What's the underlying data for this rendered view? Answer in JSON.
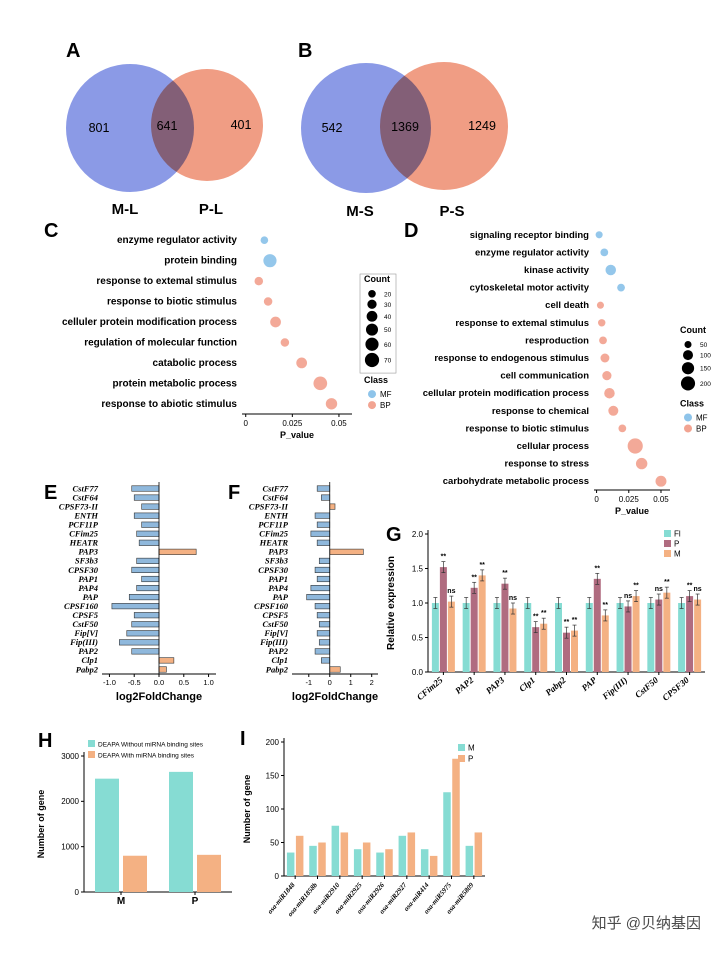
{
  "watermark": {
    "text": "知乎 @贝纳基因"
  },
  "chart_data": [
    {
      "panel": "A",
      "type": "venn",
      "left_label": "M-L",
      "right_label": "P-L",
      "left_only": "801",
      "overlap": "641",
      "right_only": "401",
      "left_color": "#8b9ae6",
      "right_color": "#f09d84"
    },
    {
      "panel": "B",
      "type": "venn",
      "left_label": "M-S",
      "right_label": "P-S",
      "left_only": "542",
      "overlap": "1369",
      "right_only": "1249",
      "left_color": "#8b9ae6",
      "right_color": "#f09d84"
    },
    {
      "panel": "C",
      "type": "dot",
      "xlabel": "P_value",
      "xlim": [
        -0.002,
        0.057
      ],
      "xticks": [
        0,
        0.025,
        0.05
      ],
      "legend": {
        "count_title": "Count",
        "count_values": [
          20,
          30,
          40,
          50,
          60,
          70
        ],
        "class_title": "Class",
        "classes": [
          {
            "name": "MF",
            "color": "#8ec4ea"
          },
          {
            "name": "BP",
            "color": "#f2a492"
          }
        ]
      },
      "points": [
        {
          "term": "enzyme regulator activity",
          "p": 0.01,
          "count": 20,
          "class": "MF"
        },
        {
          "term": "protein binding",
          "p": 0.013,
          "count": 60,
          "class": "MF"
        },
        {
          "term": "response to extemal stimulus",
          "p": 0.007,
          "count": 25,
          "class": "BP"
        },
        {
          "term": "response to biotic stimulus",
          "p": 0.012,
          "count": 25,
          "class": "BP"
        },
        {
          "term": "celluler protein modification process",
          "p": 0.016,
          "count": 40,
          "class": "BP"
        },
        {
          "term": "regulation of molecular function",
          "p": 0.021,
          "count": 25,
          "class": "BP"
        },
        {
          "term": "catabolic process",
          "p": 0.03,
          "count": 40,
          "class": "BP"
        },
        {
          "term": "protein metabolic process",
          "p": 0.04,
          "count": 65,
          "class": "BP"
        },
        {
          "term": "response to abiotic stimulus",
          "p": 0.046,
          "count": 45,
          "class": "BP"
        }
      ]
    },
    {
      "panel": "D",
      "type": "dot",
      "xlabel": "P_value",
      "xlim": [
        -0.002,
        0.057
      ],
      "xticks": [
        0,
        0.025,
        0.05
      ],
      "legend": {
        "count_title": "Count",
        "count_values": [
          50,
          100,
          150,
          200
        ],
        "class_title": "Class",
        "classes": [
          {
            "name": "MF",
            "color": "#8ec4ea"
          },
          {
            "name": "BP",
            "color": "#f2a492"
          }
        ]
      },
      "points": [
        {
          "term": "signaling receptor binding",
          "p": 0.002,
          "count": 50,
          "class": "MF"
        },
        {
          "term": "enzyme regulator activity",
          "p": 0.006,
          "count": 60,
          "class": "MF"
        },
        {
          "term": "kinase activity",
          "p": 0.011,
          "count": 110,
          "class": "MF"
        },
        {
          "term": "cytoskeletal motor activity",
          "p": 0.019,
          "count": 60,
          "class": "MF"
        },
        {
          "term": "cell death",
          "p": 0.003,
          "count": 50,
          "class": "BP"
        },
        {
          "term": "response to extemal stimulus",
          "p": 0.004,
          "count": 55,
          "class": "BP"
        },
        {
          "term": "resproduction",
          "p": 0.005,
          "count": 60,
          "class": "BP"
        },
        {
          "term": "response to endogenous stimulus",
          "p": 0.0065,
          "count": 80,
          "class": "BP"
        },
        {
          "term": "cell communication",
          "p": 0.008,
          "count": 85,
          "class": "BP"
        },
        {
          "term": "cellular protein modification process",
          "p": 0.01,
          "count": 110,
          "class": "BP"
        },
        {
          "term": "response to chemical",
          "p": 0.013,
          "count": 100,
          "class": "BP"
        },
        {
          "term": "response to biotic stimulus",
          "p": 0.02,
          "count": 60,
          "class": "BP"
        },
        {
          "term": "cellular process",
          "p": 0.03,
          "count": 230,
          "class": "BP"
        },
        {
          "term": "response to stress",
          "p": 0.035,
          "count": 130,
          "class": "BP"
        },
        {
          "term": "carbohydrate metabolic process",
          "p": 0.05,
          "count": 120,
          "class": "BP"
        }
      ]
    },
    {
      "panel": "E",
      "type": "hbar",
      "xlabel": "log2FoldChange",
      "xlim": [
        -1.15,
        1.15
      ],
      "xticks": [
        -1,
        -0.5,
        0,
        0.5,
        1
      ],
      "neg_color": "#8fb8dc",
      "pos_color": "#f4b183",
      "rows": [
        {
          "gene": "CstF77",
          "value": -0.55
        },
        {
          "gene": "CstF64",
          "value": -0.5
        },
        {
          "gene": "CPSF73-II",
          "value": -0.35
        },
        {
          "gene": "ENTH",
          "value": -0.5
        },
        {
          "gene": "PCF11P",
          "value": -0.35
        },
        {
          "gene": "CFim25",
          "value": -0.45
        },
        {
          "gene": "HEATR",
          "value": -0.4
        },
        {
          "gene": "PAP3",
          "value": 0.75
        },
        {
          "gene": "SF3b3",
          "value": -0.45
        },
        {
          "gene": "CPSF30",
          "value": -0.55
        },
        {
          "gene": "PAP1",
          "value": -0.35
        },
        {
          "gene": "PAP4",
          "value": -0.45
        },
        {
          "gene": "PAP",
          "value": -0.6
        },
        {
          "gene": "CPSF160",
          "value": -0.95
        },
        {
          "gene": "CPSF5",
          "value": -0.5
        },
        {
          "gene": "CstF50",
          "value": -0.55
        },
        {
          "gene": "Fip[V]",
          "value": -0.65
        },
        {
          "gene": "Fip(III)",
          "value": -0.8
        },
        {
          "gene": "PAP2",
          "value": -0.55
        },
        {
          "gene": "Clp1",
          "value": 0.3
        },
        {
          "gene": "Pabp2",
          "value": 0.15
        }
      ]
    },
    {
      "panel": "F",
      "type": "hbar",
      "xlabel": "log2FoldChange",
      "xlim": [
        -1.8,
        2.3
      ],
      "xticks": [
        -1,
        0,
        1,
        2
      ],
      "neg_color": "#8fb8dc",
      "pos_color": "#f4b183",
      "rows": [
        {
          "gene": "CstF77",
          "value": -0.6
        },
        {
          "gene": "CstF64",
          "value": -0.4
        },
        {
          "gene": "CPSF73-II",
          "value": 0.25
        },
        {
          "gene": "ENTH",
          "value": -0.7
        },
        {
          "gene": "PCF11P",
          "value": -0.6
        },
        {
          "gene": "CFim25",
          "value": -0.9
        },
        {
          "gene": "HEATR",
          "value": -0.6
        },
        {
          "gene": "PAP3",
          "value": 1.6
        },
        {
          "gene": "SF3b3",
          "value": -0.5
        },
        {
          "gene": "CPSF30",
          "value": -0.7
        },
        {
          "gene": "PAP1",
          "value": -0.6
        },
        {
          "gene": "PAP4",
          "value": -0.9
        },
        {
          "gene": "PAP",
          "value": -1.1
        },
        {
          "gene": "CPSF160",
          "value": -0.7
        },
        {
          "gene": "CPSF5",
          "value": -0.6
        },
        {
          "gene": "CstF50",
          "value": -0.5
        },
        {
          "gene": "Fip[V]",
          "value": -0.6
        },
        {
          "gene": "Fip(III)",
          "value": -0.5
        },
        {
          "gene": "PAP2",
          "value": -0.7
        },
        {
          "gene": "Clp1",
          "value": -0.4
        },
        {
          "gene": "Pabp2",
          "value": 0.5
        }
      ]
    },
    {
      "panel": "G",
      "type": "groupbar",
      "ylabel": "Relative expression",
      "ylim": [
        0,
        2
      ],
      "yticks": [
        0,
        0.5,
        1,
        1.5,
        2
      ],
      "error": 0.08,
      "categories": [
        "CFim25",
        "PAP2",
        "PAP3",
        "Clp1",
        "Pabp2",
        "PAP",
        "Fip(III)",
        "CstF50",
        "CPSF30"
      ],
      "series": [
        {
          "name": "Fl",
          "color": "#86dcd3",
          "values": [
            1.0,
            1.0,
            1.0,
            1.0,
            1.0,
            1.0,
            1.0,
            1.0,
            1.0
          ]
        },
        {
          "name": "P",
          "color": "#b06c80",
          "values": [
            1.52,
            1.22,
            1.28,
            0.65,
            0.57,
            1.35,
            0.95,
            1.05,
            1.1
          ]
        },
        {
          "name": "M",
          "color": "#f4b183",
          "values": [
            1.02,
            1.4,
            0.92,
            0.7,
            0.6,
            0.82,
            1.1,
            1.15,
            1.05
          ]
        }
      ],
      "sig": [
        [
          "",
          "**",
          "ns"
        ],
        [
          "",
          "**",
          "**"
        ],
        [
          "",
          "**",
          "ns"
        ],
        [
          "",
          "**",
          "**"
        ],
        [
          "",
          "**",
          "**"
        ],
        [
          "",
          "**",
          "**"
        ],
        [
          "",
          "ns",
          "**"
        ],
        [
          "",
          "ns",
          "**"
        ],
        [
          "",
          "**",
          "ns"
        ]
      ]
    },
    {
      "panel": "H",
      "type": "groupbar",
      "ylabel": "Number of gene",
      "ylim": [
        0,
        3000
      ],
      "yticks": [
        0,
        1000,
        2000,
        3000
      ],
      "categories": [
        "M",
        "P"
      ],
      "series": [
        {
          "name": "DEAPA Without miRNA binding sites",
          "color": "#86dcd3",
          "values": [
            2500,
            2650
          ]
        },
        {
          "name": "DEAPA With miRNA binding sites",
          "color": "#f4b183",
          "values": [
            800,
            820
          ]
        }
      ]
    },
    {
      "panel": "I",
      "type": "groupbar",
      "ylabel": "Number of gene",
      "ylim": [
        0,
        200
      ],
      "yticks": [
        0,
        50,
        100,
        150,
        200
      ],
      "categories": [
        "osa-miR1848",
        "osa-miR1858b",
        "osa-miR2910",
        "osa-miR2925",
        "osa-miR2926",
        "osa-miR2927",
        "osa-miR414",
        "osa-miR5975",
        "osa-miR5809"
      ],
      "series": [
        {
          "name": "M",
          "color": "#86dcd3",
          "values": [
            35,
            45,
            75,
            40,
            35,
            60,
            40,
            125,
            45
          ]
        },
        {
          "name": "P",
          "color": "#f4b183",
          "values": [
            60,
            50,
            65,
            50,
            40,
            65,
            30,
            175,
            65
          ]
        }
      ]
    }
  ]
}
